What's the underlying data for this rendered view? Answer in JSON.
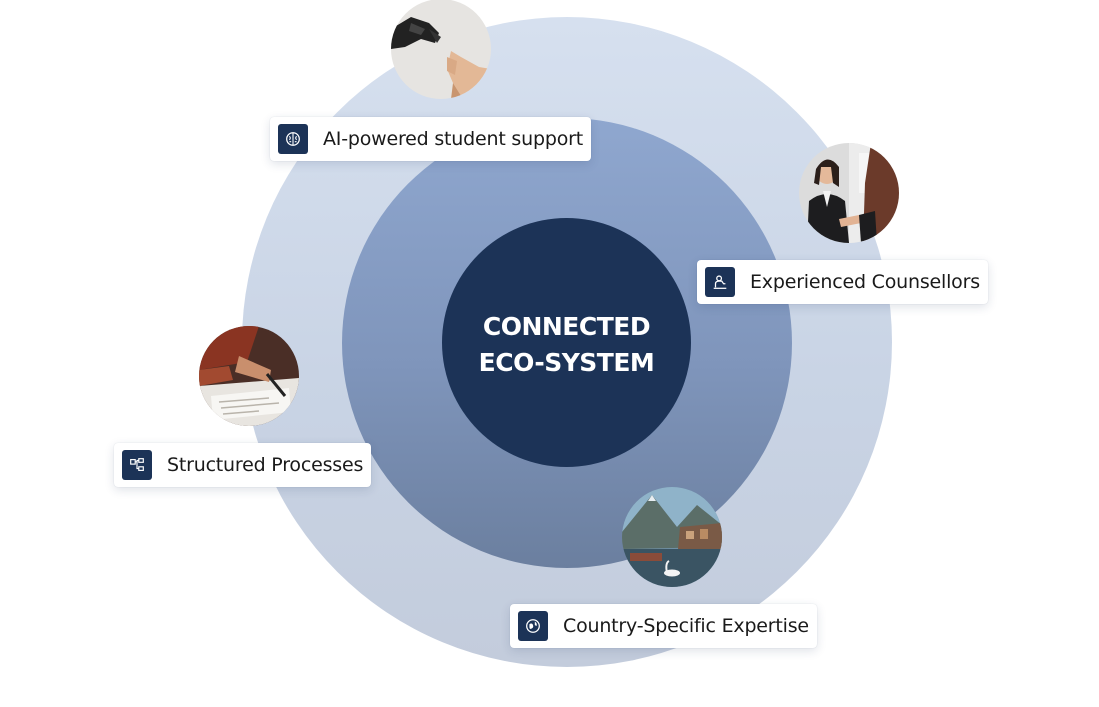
{
  "diagram": {
    "center": {
      "line1": "CONNECTED",
      "line2": "ECO-SYSTEM"
    },
    "features": [
      {
        "label": "AI-powered student support",
        "icon": "brain-icon",
        "photo": "robot-human-hands-photo"
      },
      {
        "label": "Experienced Counsellors",
        "icon": "counsellor-icon",
        "photo": "handshake-meeting-photo"
      },
      {
        "label": "Structured Processes",
        "icon": "flowchart-icon",
        "photo": "signing-documents-photo"
      },
      {
        "label": "Country-Specific Expertise",
        "icon": "globe-icon",
        "photo": "lakeside-village-swan-photo"
      }
    ]
  },
  "colors": {
    "core": "#1c3357",
    "middle_ring": "#8fa7cf",
    "outer_ring": "#d6e0ef",
    "icon_bg": "#1c3357"
  }
}
